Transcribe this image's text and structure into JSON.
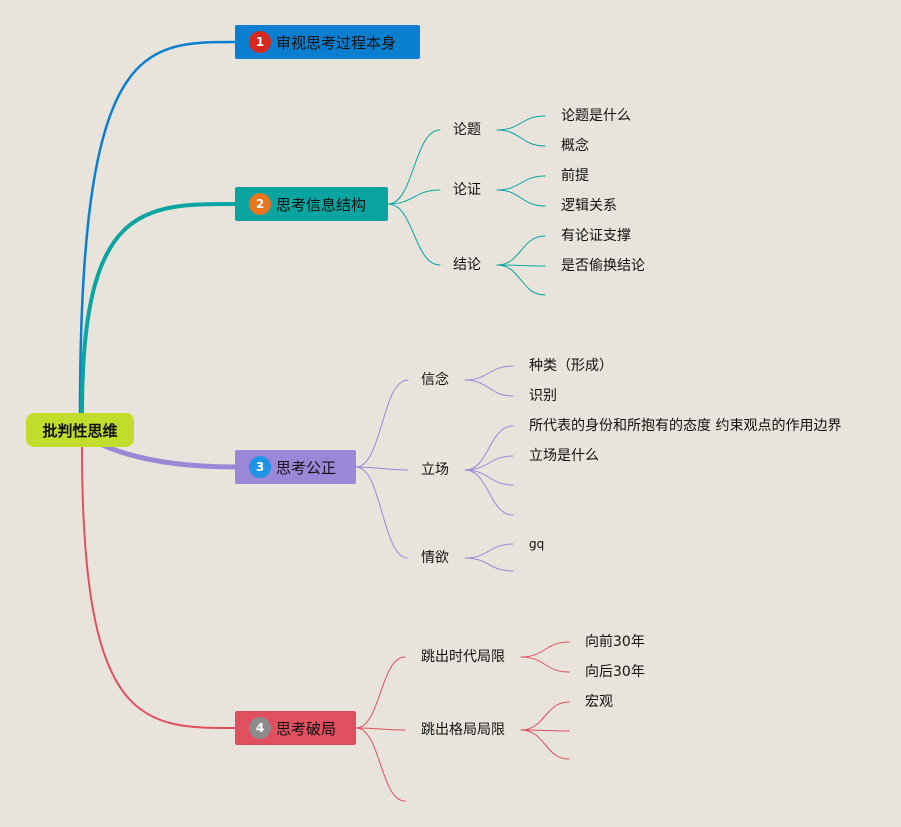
{
  "root": {
    "label": "批判性思维"
  },
  "branches": [
    {
      "num": "1",
      "label": "审视思考过程本身",
      "color": "#0a7fd0",
      "num_color": "#d8281e"
    },
    {
      "num": "2",
      "label": "思考信息结构",
      "color": "#0aa5a0",
      "num_color": "#e8741e"
    },
    {
      "num": "3",
      "label": "思考公正",
      "color": "#9b87d8",
      "num_color": "#1e94e6"
    },
    {
      "num": "4",
      "label": "思考破局",
      "color": "#e0505e",
      "num_color": "#8c8c8c"
    }
  ],
  "b2_subs": [
    {
      "label": "论题",
      "leaves": [
        "论题是什么",
        "概念"
      ]
    },
    {
      "label": "论证",
      "leaves": [
        "前提",
        "逻辑关系"
      ]
    },
    {
      "label": "结论",
      "leaves": [
        "有论证支撑",
        "是否偷换结论",
        ""
      ]
    }
  ],
  "b3_subs": [
    {
      "label": "信念",
      "leaves": [
        "种类（形成）",
        "识别"
      ]
    },
    {
      "label": "立场",
      "leaves": [
        "所代表的身份和所抱有的态度 约束观点的作用边界",
        "立场是什么",
        "",
        ""
      ]
    },
    {
      "label": "情欲",
      "leaves": [
        "gq",
        ""
      ]
    }
  ],
  "b4_subs": [
    {
      "label": "跳出时代局限",
      "leaves": [
        "向前30年",
        "向后30年"
      ]
    },
    {
      "label": "跳出格局局限",
      "leaves": [
        "宏观",
        "",
        ""
      ]
    },
    {
      "label": "",
      "leaves": []
    }
  ]
}
